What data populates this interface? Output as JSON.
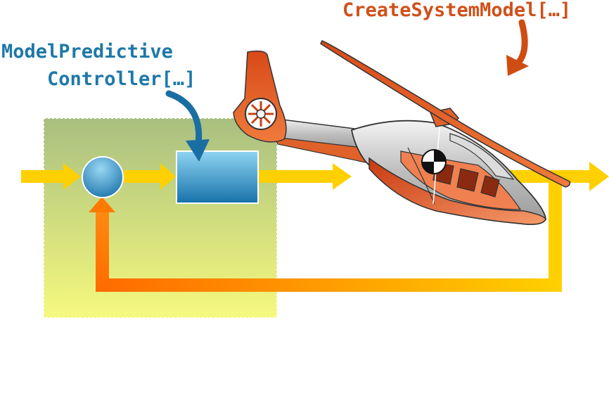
{
  "labels": {
    "controller_line1": "ModelPredictive",
    "controller_line2": "Controller[…]",
    "system_model": "CreateSystemModel[…]"
  },
  "colors": {
    "controller_accent": "#1e78a8",
    "system_accent": "#d0501a",
    "signal_yellow": "#ffd000",
    "feedback_orange": "#ff7a00"
  }
}
